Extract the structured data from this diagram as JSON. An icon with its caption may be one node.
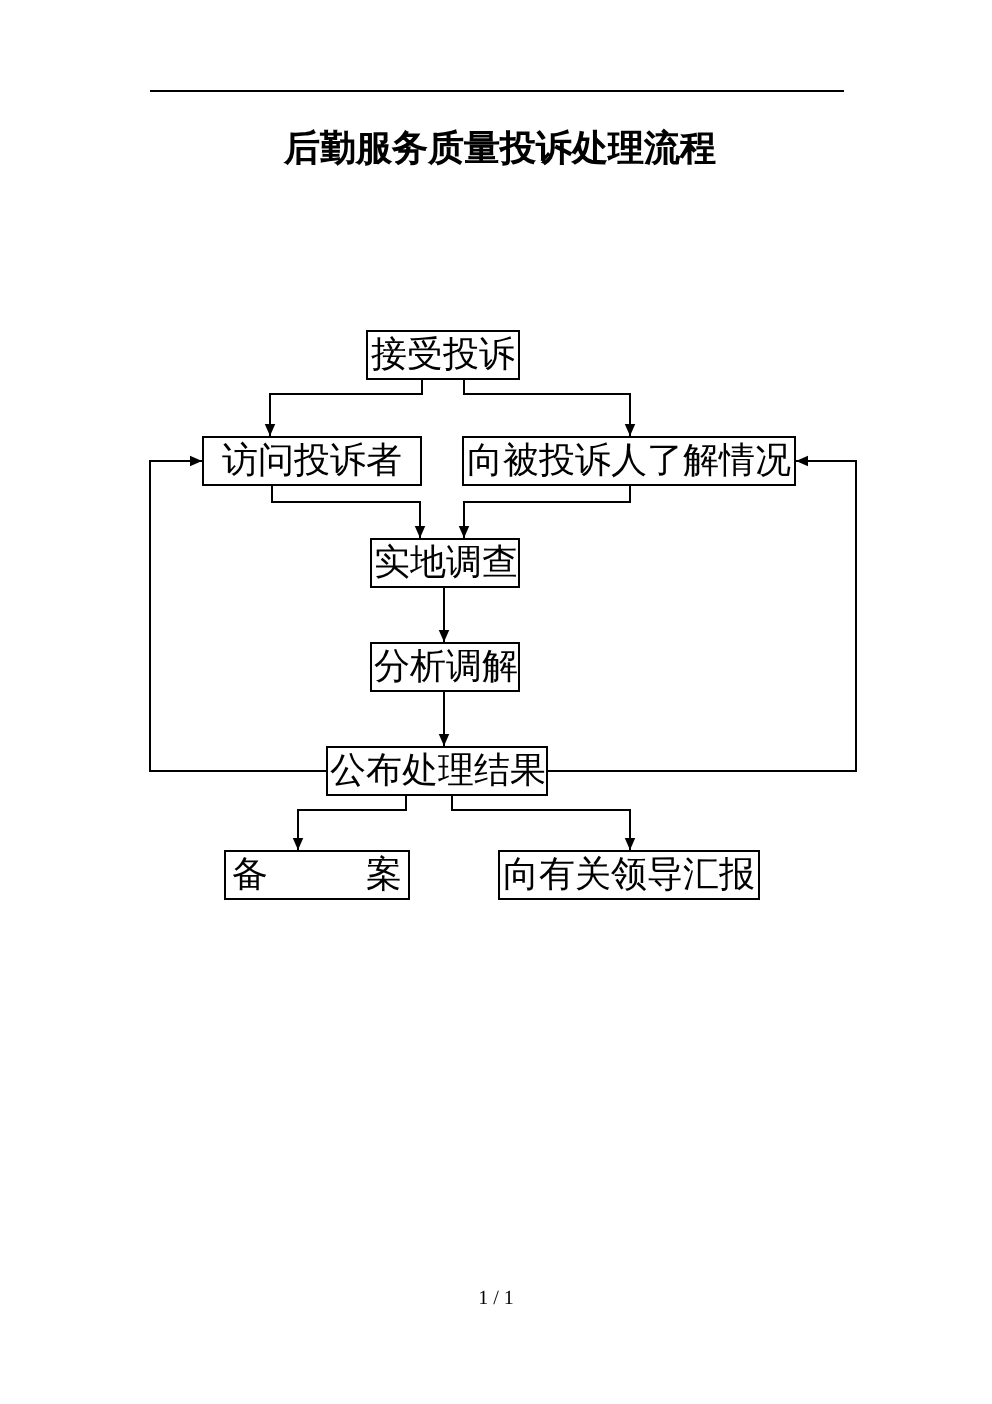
{
  "diagram": {
    "title": "后勤服务质量投诉处理流程",
    "nodes": [
      {
        "text": [
          "接受投诉"
        ]
      },
      {
        "text": [
          "访问投诉者"
        ]
      },
      {
        "text": [
          "向被投诉人了解情况"
        ]
      },
      {
        "text": [
          "实地调查"
        ]
      },
      {
        "text": [
          "分析调解"
        ]
      },
      {
        "text": [
          "公布处理结果"
        ]
      },
      {
        "text": [
          "备 案"
        ]
      },
      {
        "text": [
          "向有关领导汇报"
        ]
      }
    ],
    "edges": [
      {
        "from": 0,
        "to": 1,
        "arrow": "to"
      },
      {
        "from": 0,
        "to": 2,
        "arrow": "to"
      },
      {
        "from": 1,
        "to": 3,
        "arrow": "to"
      },
      {
        "from": 2,
        "to": 3,
        "arrow": "to"
      },
      {
        "from": 3,
        "to": 4,
        "arrow": "to"
      },
      {
        "from": 4,
        "to": 5,
        "arrow": "to"
      },
      {
        "from": 5,
        "to": 1,
        "arrow": "to"
      },
      {
        "from": 5,
        "to": 2,
        "arrow": "to"
      },
      {
        "from": 5,
        "to": 6,
        "arrow": "to"
      },
      {
        "from": 5,
        "to": 7,
        "arrow": "to"
      }
    ],
    "labels": [
      "1 / 1"
    ]
  }
}
